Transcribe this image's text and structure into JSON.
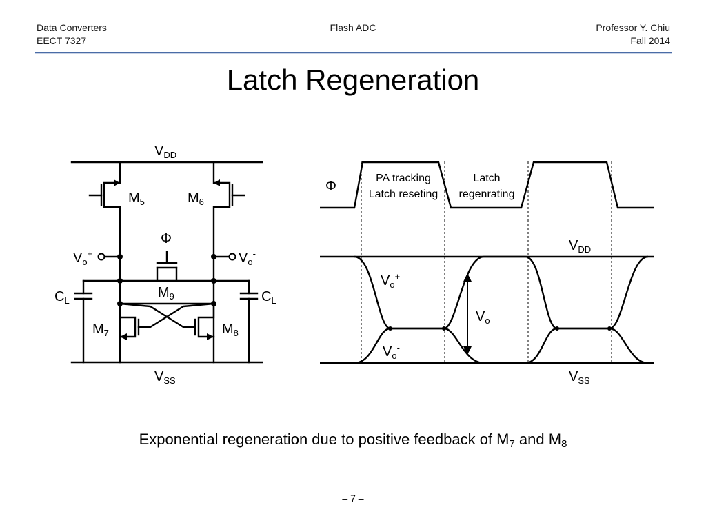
{
  "header": {
    "course": "Data Converters",
    "code": "EECT 7327",
    "topic": "Flash ADC",
    "instructor": "Professor Y. Chiu",
    "term": "Fall 2014"
  },
  "title": "Latch Regeneration",
  "circuit": {
    "vdd": {
      "main": "V",
      "sub": "DD"
    },
    "vss": {
      "main": "V",
      "sub": "SS"
    },
    "m5": {
      "main": "M",
      "sub": "5"
    },
    "m6": {
      "main": "M",
      "sub": "6"
    },
    "m7": {
      "main": "M",
      "sub": "7"
    },
    "m8": {
      "main": "M",
      "sub": "8"
    },
    "m9": {
      "main": "M",
      "sub": "9"
    },
    "phi": "Φ",
    "vo_plus": {
      "main": "V",
      "sub": "o",
      "sup": "+"
    },
    "vo_minus": {
      "main": "V",
      "sub": "o",
      "sup": "-"
    },
    "cl_left": {
      "main": "C",
      "sub": "L"
    },
    "cl_right": {
      "main": "C",
      "sub": "L"
    }
  },
  "timing": {
    "phi": "Φ",
    "phase1_line1": "PA tracking",
    "phase1_line2": "Latch reseting",
    "phase2_line1": "Latch",
    "phase2_line2": "regenrating",
    "vdd": {
      "main": "V",
      "sub": "DD"
    },
    "vss": {
      "main": "V",
      "sub": "SS"
    },
    "vo_plus": {
      "main": "V",
      "sub": "o",
      "sup": "+"
    },
    "vo_minus": {
      "main": "V",
      "sub": "o",
      "sup": "-"
    },
    "vo": {
      "main": "V",
      "sub": "o"
    }
  },
  "caption": {
    "text": "Exponential regeneration due to positive feedback of M",
    "sub1": "7",
    "mid": " and M",
    "sub2": "8"
  },
  "page_number": "– 7 –"
}
